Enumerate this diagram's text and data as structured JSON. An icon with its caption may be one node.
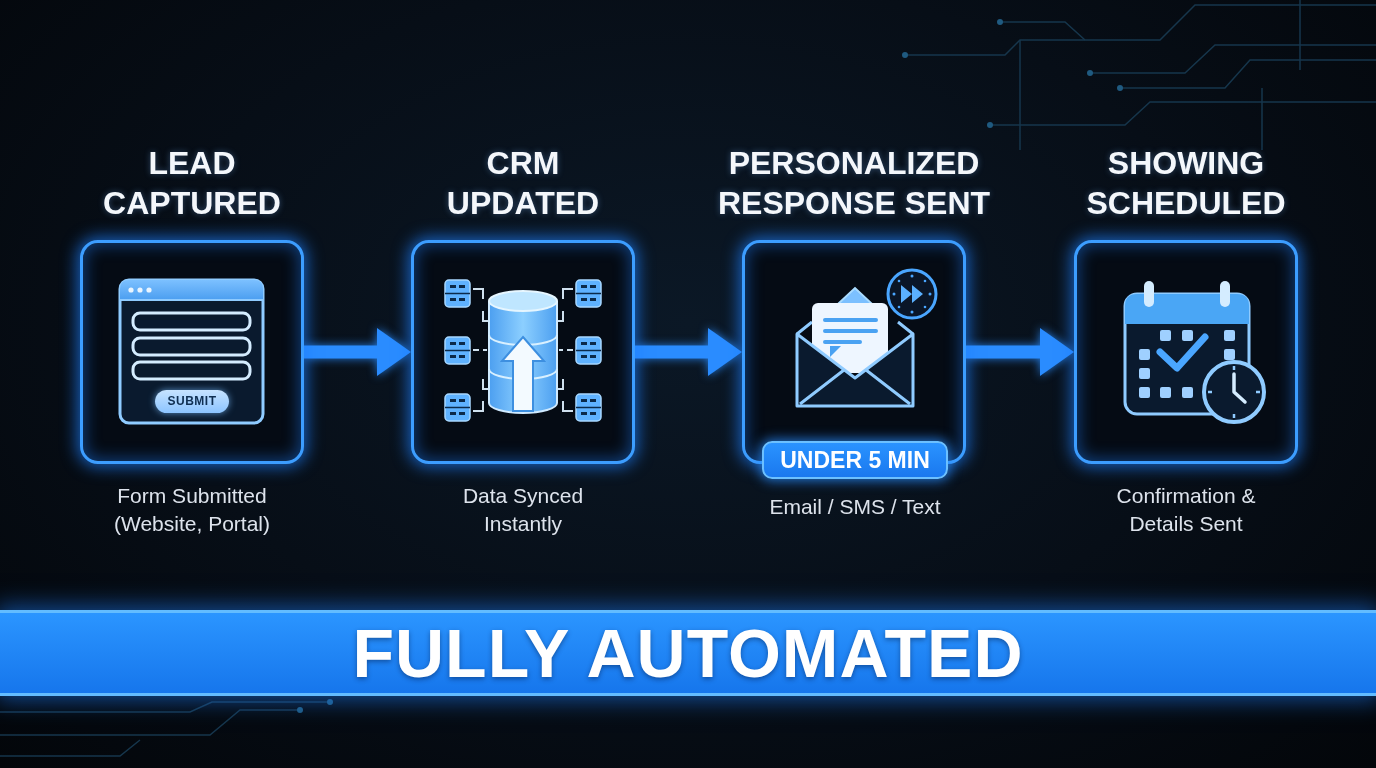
{
  "diagram": {
    "nodes": [
      {
        "text": [
          "LEAD CAPTURED"
        ],
        "beside": [
          "Form Submitted (Website, Portal)"
        ]
      },
      {
        "text": [
          "SUBMIT"
        ],
        "in": 0
      },
      {
        "text": [
          "CRM UPDATED"
        ],
        "beside": [
          "Data Synced Instantly"
        ]
      },
      {
        "text": [
          "PERSONALIZED RESPONSE SENT"
        ]
      },
      {
        "text": [
          "UNDER 5 MIN"
        ],
        "beside": [
          "Email / SMS / Text"
        ]
      },
      {
        "text": [
          "SHOWING SCHEDULED"
        ],
        "beside": [
          "Confirmation & Details Sent"
        ]
      },
      {
        "text": [
          "FULLY AUTOMATED"
        ]
      }
    ],
    "edges": [
      {
        "from": 0,
        "to": 2,
        "arrow": "to"
      },
      {
        "from": 2,
        "to": 3,
        "arrow": "to"
      },
      {
        "from": 3,
        "to": 5,
        "arrow": "to"
      }
    ]
  }
}
